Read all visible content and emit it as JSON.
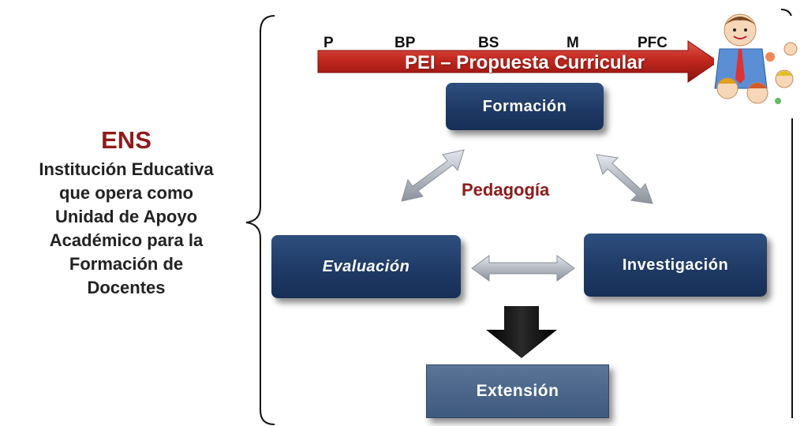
{
  "ens": {
    "title": "ENS",
    "lines": [
      "Institución Educativa",
      "que opera como",
      "Unidad de Apoyo",
      "Académico para la",
      "Formación de",
      "Docentes"
    ]
  },
  "stages": [
    "P",
    "BP",
    "BS",
    "M",
    "PFC"
  ],
  "pei_label": "PEI – Propuesta Curricular",
  "boxes": {
    "formacion": "Formación",
    "evaluacion": "Evaluación",
    "investigacion": "Investigación",
    "extension": "Extensión"
  },
  "center_label": "Pedagogía",
  "colors": {
    "title_red": "#8e1b1b",
    "box_blue": "#1f3a66",
    "arrow_red": "#c0261f",
    "arrow_gray": "#b7bcc4"
  },
  "icons": [
    "children-drawing-icon"
  ]
}
